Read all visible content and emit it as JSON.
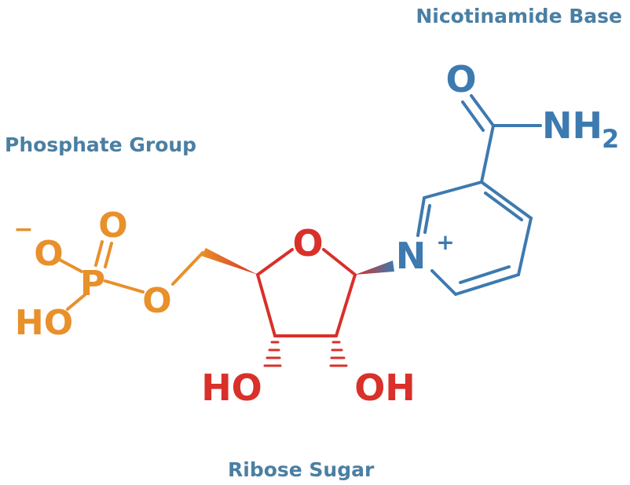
{
  "labels": {
    "nicotinamide": "Nicotinamide Base",
    "phosphate": "Phosphate Group",
    "ribose": "Ribose Sugar"
  },
  "atoms": {
    "carbonyl_o": "O",
    "amine_n": "NH",
    "amine_sub": "2",
    "pyridinium_n": "N",
    "pyridinium_charge": "+",
    "ring_o": "O",
    "ho_left": "HO",
    "oh_right": "OH",
    "phos_o_minus": "O",
    "phos_minus": "−",
    "phos_p": "P",
    "phos_o_top": "O",
    "phos_o_bridge": "O",
    "phos_ho": "HO"
  },
  "colors": {
    "nicotinamide": "#3d7ab0",
    "ribose": "#d9302a",
    "phosphate": "#e8902a",
    "label_text": "#4a7fa3"
  }
}
